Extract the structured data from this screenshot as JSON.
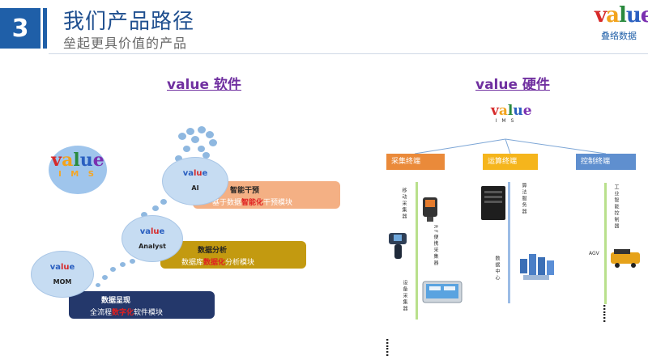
{
  "header": {
    "number": "3",
    "title": "我们产品路径",
    "subtitle": "垒起更具价值的产品",
    "brand_logo": "value",
    "brand_name": "叠络数据"
  },
  "software": {
    "heading": "value 软件",
    "ims_logo": "value",
    "ims_label": "I M S",
    "circles": {
      "mom": {
        "mini_logo": "value",
        "label": "MOM"
      },
      "analyst": {
        "mini_logo": "value",
        "label": "Analyst"
      },
      "ai": {
        "mini_logo": "value",
        "label": "AI"
      }
    },
    "bars": {
      "mom": {
        "title": "数据呈现",
        "desc_pre": "全流程",
        "desc_hl": "数字化",
        "desc_post": "软件模块"
      },
      "analyst": {
        "title": "数据分析",
        "desc_pre": "数据库",
        "desc_hl": "数据化",
        "desc_post": "分析模块"
      },
      "ai": {
        "title": "智能干预",
        "desc_pre": "基于数据",
        "desc_hl": "智能化",
        "desc_post": "干预模块"
      }
    }
  },
  "hardware": {
    "heading": "value 硬件",
    "logo": "value",
    "ims_label": "I M S",
    "categories": {
      "collect": "采集终端",
      "compute": "运算终端",
      "control": "控制终端"
    },
    "collect_labels": {
      "a": "移动采集器",
      "b": "RF便携采集器",
      "c": "设备采集器"
    },
    "compute_labels": {
      "server": "算法服务器",
      "datacenter": "数据中心"
    },
    "control_labels": {
      "a": "工业智能控制器",
      "agv": "AGV"
    },
    "ellipsis": "……"
  },
  "colors": {
    "brand_blue": "#1f5fa8",
    "heading_purple": "#7030a0",
    "bar_mom": "#24386b",
    "bar_analyst": "#c39a10",
    "bar_ai": "#f4b084",
    "cat_collect": "#ea8a3a",
    "cat_compute": "#f5b51c",
    "cat_control": "#5f8fcf"
  }
}
